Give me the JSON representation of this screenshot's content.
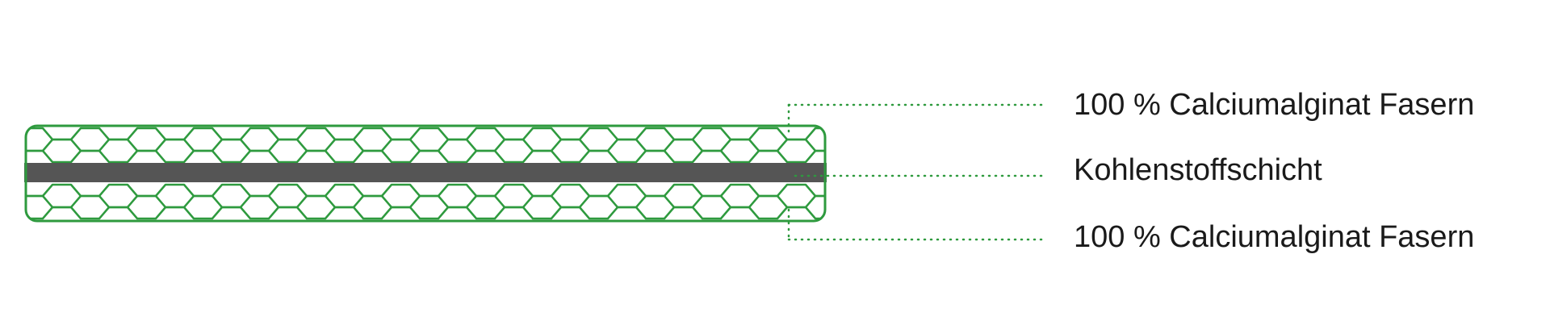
{
  "diagram": {
    "labels": {
      "top": "100 % Calciumalginat Fasern",
      "middle": "Kohlenstoffschicht",
      "bottom": "100 % Calciumalginat Fasern"
    },
    "colors": {
      "fiber": "#2e9a3e",
      "carbon": "#555555",
      "leader": "#2e9a3e",
      "text": "#1a1a1a"
    }
  }
}
